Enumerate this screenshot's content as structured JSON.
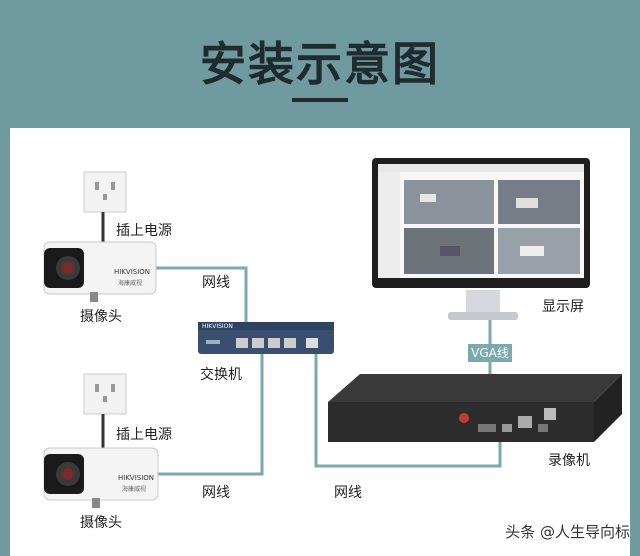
{
  "title": "安装示意图",
  "labels": {
    "socket_top": "插上电源",
    "camera_top": "摄像头",
    "net_top": "网线",
    "switch": "交换机",
    "monitor": "显示屏",
    "vga": "VGA线",
    "socket_bottom": "插上电源",
    "camera_bottom": "摄像头",
    "net_bottom_left": "网线",
    "net_bottom_right": "网线",
    "nvr": "录像机"
  },
  "brand": "HIKVISION",
  "brand_sub": "海康威视",
  "watermark": "头条 @人生导向标",
  "colors": {
    "background": "#6e9aa0",
    "cable": "#7aa9ae",
    "switch": "#3a4f70",
    "nvr": "#2c2c2c"
  }
}
